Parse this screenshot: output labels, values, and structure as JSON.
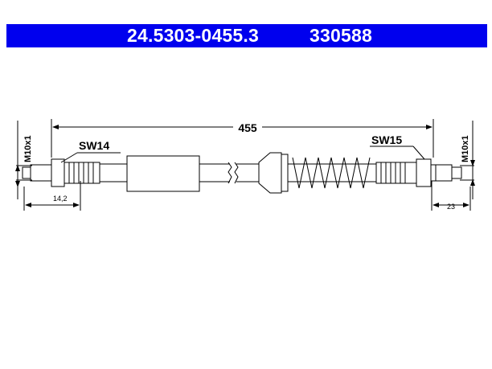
{
  "header": {
    "part_number": "24.5303-0455.3",
    "ref_number": "330588",
    "background": "#0000ee"
  },
  "drawing": {
    "overall_length": "455",
    "left_thread": "M10x1",
    "right_thread": "M10x1",
    "left_wrench": "SW14",
    "right_wrench": "SW15",
    "left_dim": "14,2",
    "right_dim": "23"
  }
}
